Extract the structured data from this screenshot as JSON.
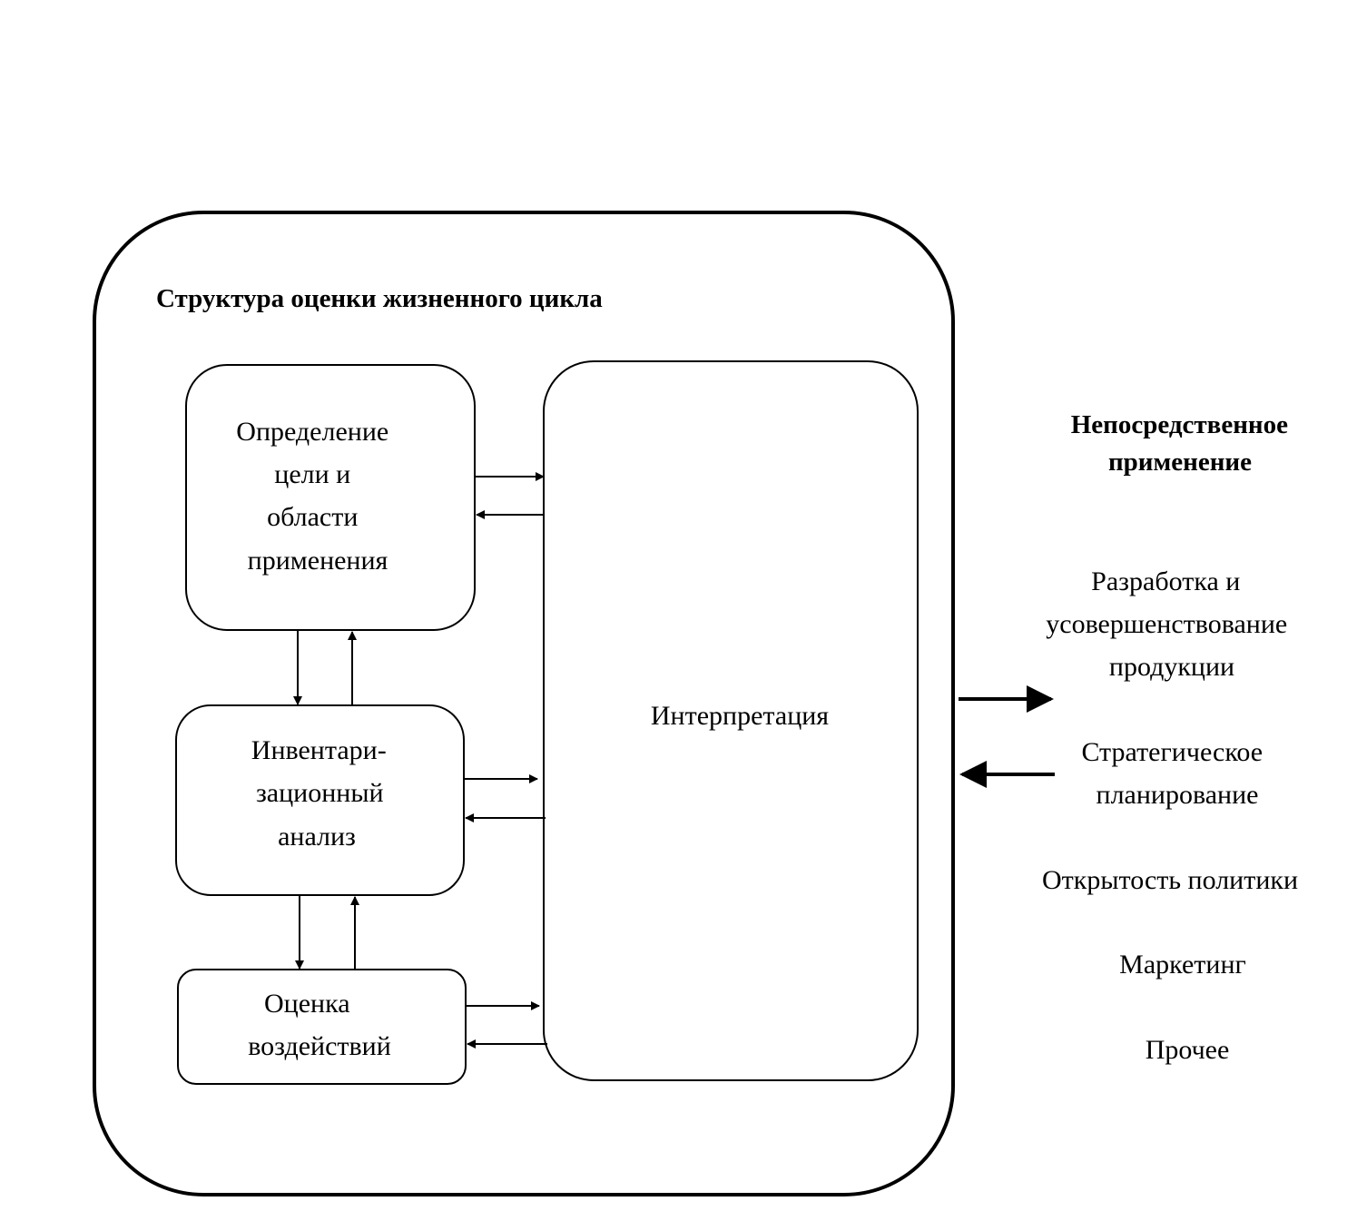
{
  "framework": {
    "title": "Структура оценки жизненного цикла"
  },
  "stages": {
    "goal_scope": {
      "lines": [
        "Определение",
        "цели и",
        "области",
        "применения"
      ]
    },
    "inventory": {
      "lines": [
        "Инвентари-",
        "зационный",
        "анализ"
      ]
    },
    "impact": {
      "lines": [
        "Оценка",
        "воздействий"
      ]
    },
    "interpretation": {
      "label": "Интерпретация"
    }
  },
  "applications": {
    "title_lines": [
      "Непосредственное",
      "применение"
    ],
    "items": [
      {
        "lines": [
          "Разработка и",
          "усовершенствование",
          "продукции"
        ]
      },
      {
        "lines": [
          "Стратегическое",
          "планирование"
        ]
      },
      {
        "lines": [
          "Открытость политики"
        ]
      },
      {
        "lines": [
          "Маркетинг"
        ]
      },
      {
        "lines": [
          "Прочее"
        ]
      }
    ]
  },
  "colors": {
    "stroke": "#000000",
    "background": "#ffffff"
  }
}
